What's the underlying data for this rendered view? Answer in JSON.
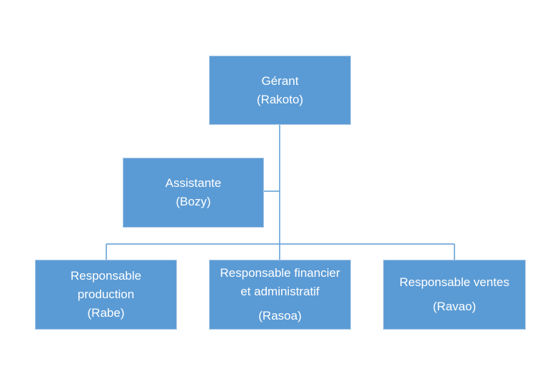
{
  "diagram": {
    "colors": {
      "box_fill": "#5b9bd5",
      "box_border": "#a9c7e8",
      "connector": "#5b9bd5",
      "text": "#ffffff"
    },
    "nodes": {
      "gerant": {
        "title": "Gérant",
        "name": "(Rakoto)"
      },
      "assistante": {
        "title": "Assistante",
        "name": "(Bozy)"
      },
      "production": {
        "title_line1": "Responsable",
        "title_line2": "production",
        "name": "(Rabe)"
      },
      "financier": {
        "title_line1": "Responsable financier",
        "title_line2": "et administratif",
        "name": "(Rasoa)"
      },
      "ventes": {
        "title": "Responsable ventes",
        "name": "(Ravao)"
      }
    },
    "edges": [
      {
        "from": "gerant",
        "to": "assistante",
        "type": "assistant"
      },
      {
        "from": "gerant",
        "to": "production",
        "type": "report"
      },
      {
        "from": "gerant",
        "to": "financier",
        "type": "report"
      },
      {
        "from": "gerant",
        "to": "ventes",
        "type": "report"
      }
    ]
  }
}
